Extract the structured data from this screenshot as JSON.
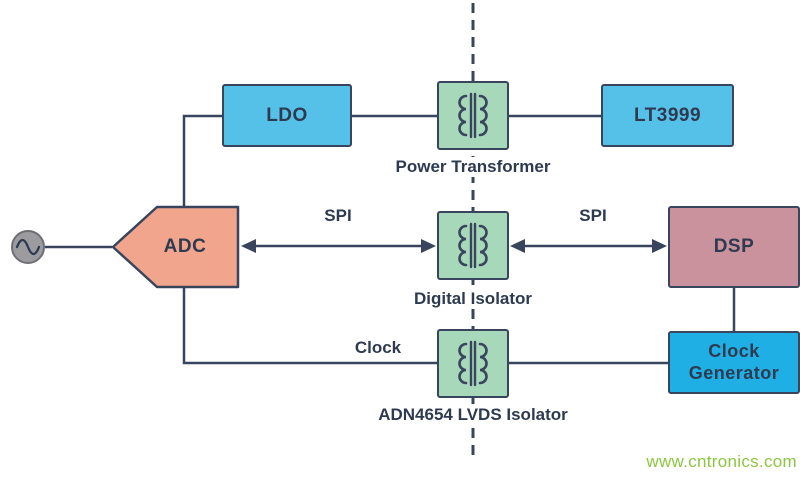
{
  "diagram": {
    "blocks": {
      "ldo": "LDO",
      "lt3999": "LT3999",
      "adc": "ADC",
      "dsp": "DSP",
      "clock_generator": "Clock Generator"
    },
    "isolators": {
      "power_transformer": "Power Transformer",
      "digital_isolator": "Digital Isolator",
      "lvds_isolator": "ADN4654 LVDS Isolator"
    },
    "labels": {
      "spi_left": "SPI",
      "spi_right": "SPI",
      "clock": "Clock"
    },
    "colors": {
      "line": "#39455C",
      "text": "#2E3A50",
      "block_blue": "#56C1E8",
      "block_green": "#A7D8B9",
      "block_salmon": "#F1A58D",
      "block_mauve": "#C9929C",
      "block_cyan": "#1FAFE5",
      "watermark_green": "#8CC63F"
    }
  },
  "watermark": "www.cntronics.com"
}
